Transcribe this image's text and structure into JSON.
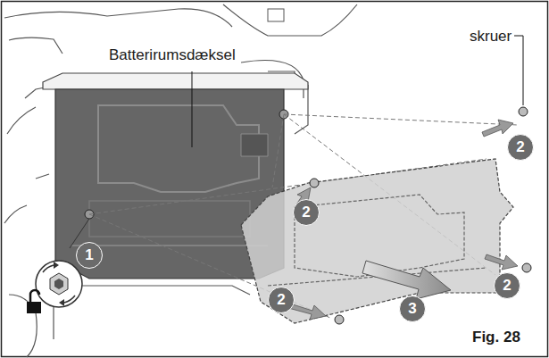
{
  "diagram": {
    "labels": [
      "Batterirumsdæksel",
      "skruer",
      "2",
      "2",
      "1",
      "2",
      "2",
      "3",
      "Fig. 28"
    ]
  }
}
